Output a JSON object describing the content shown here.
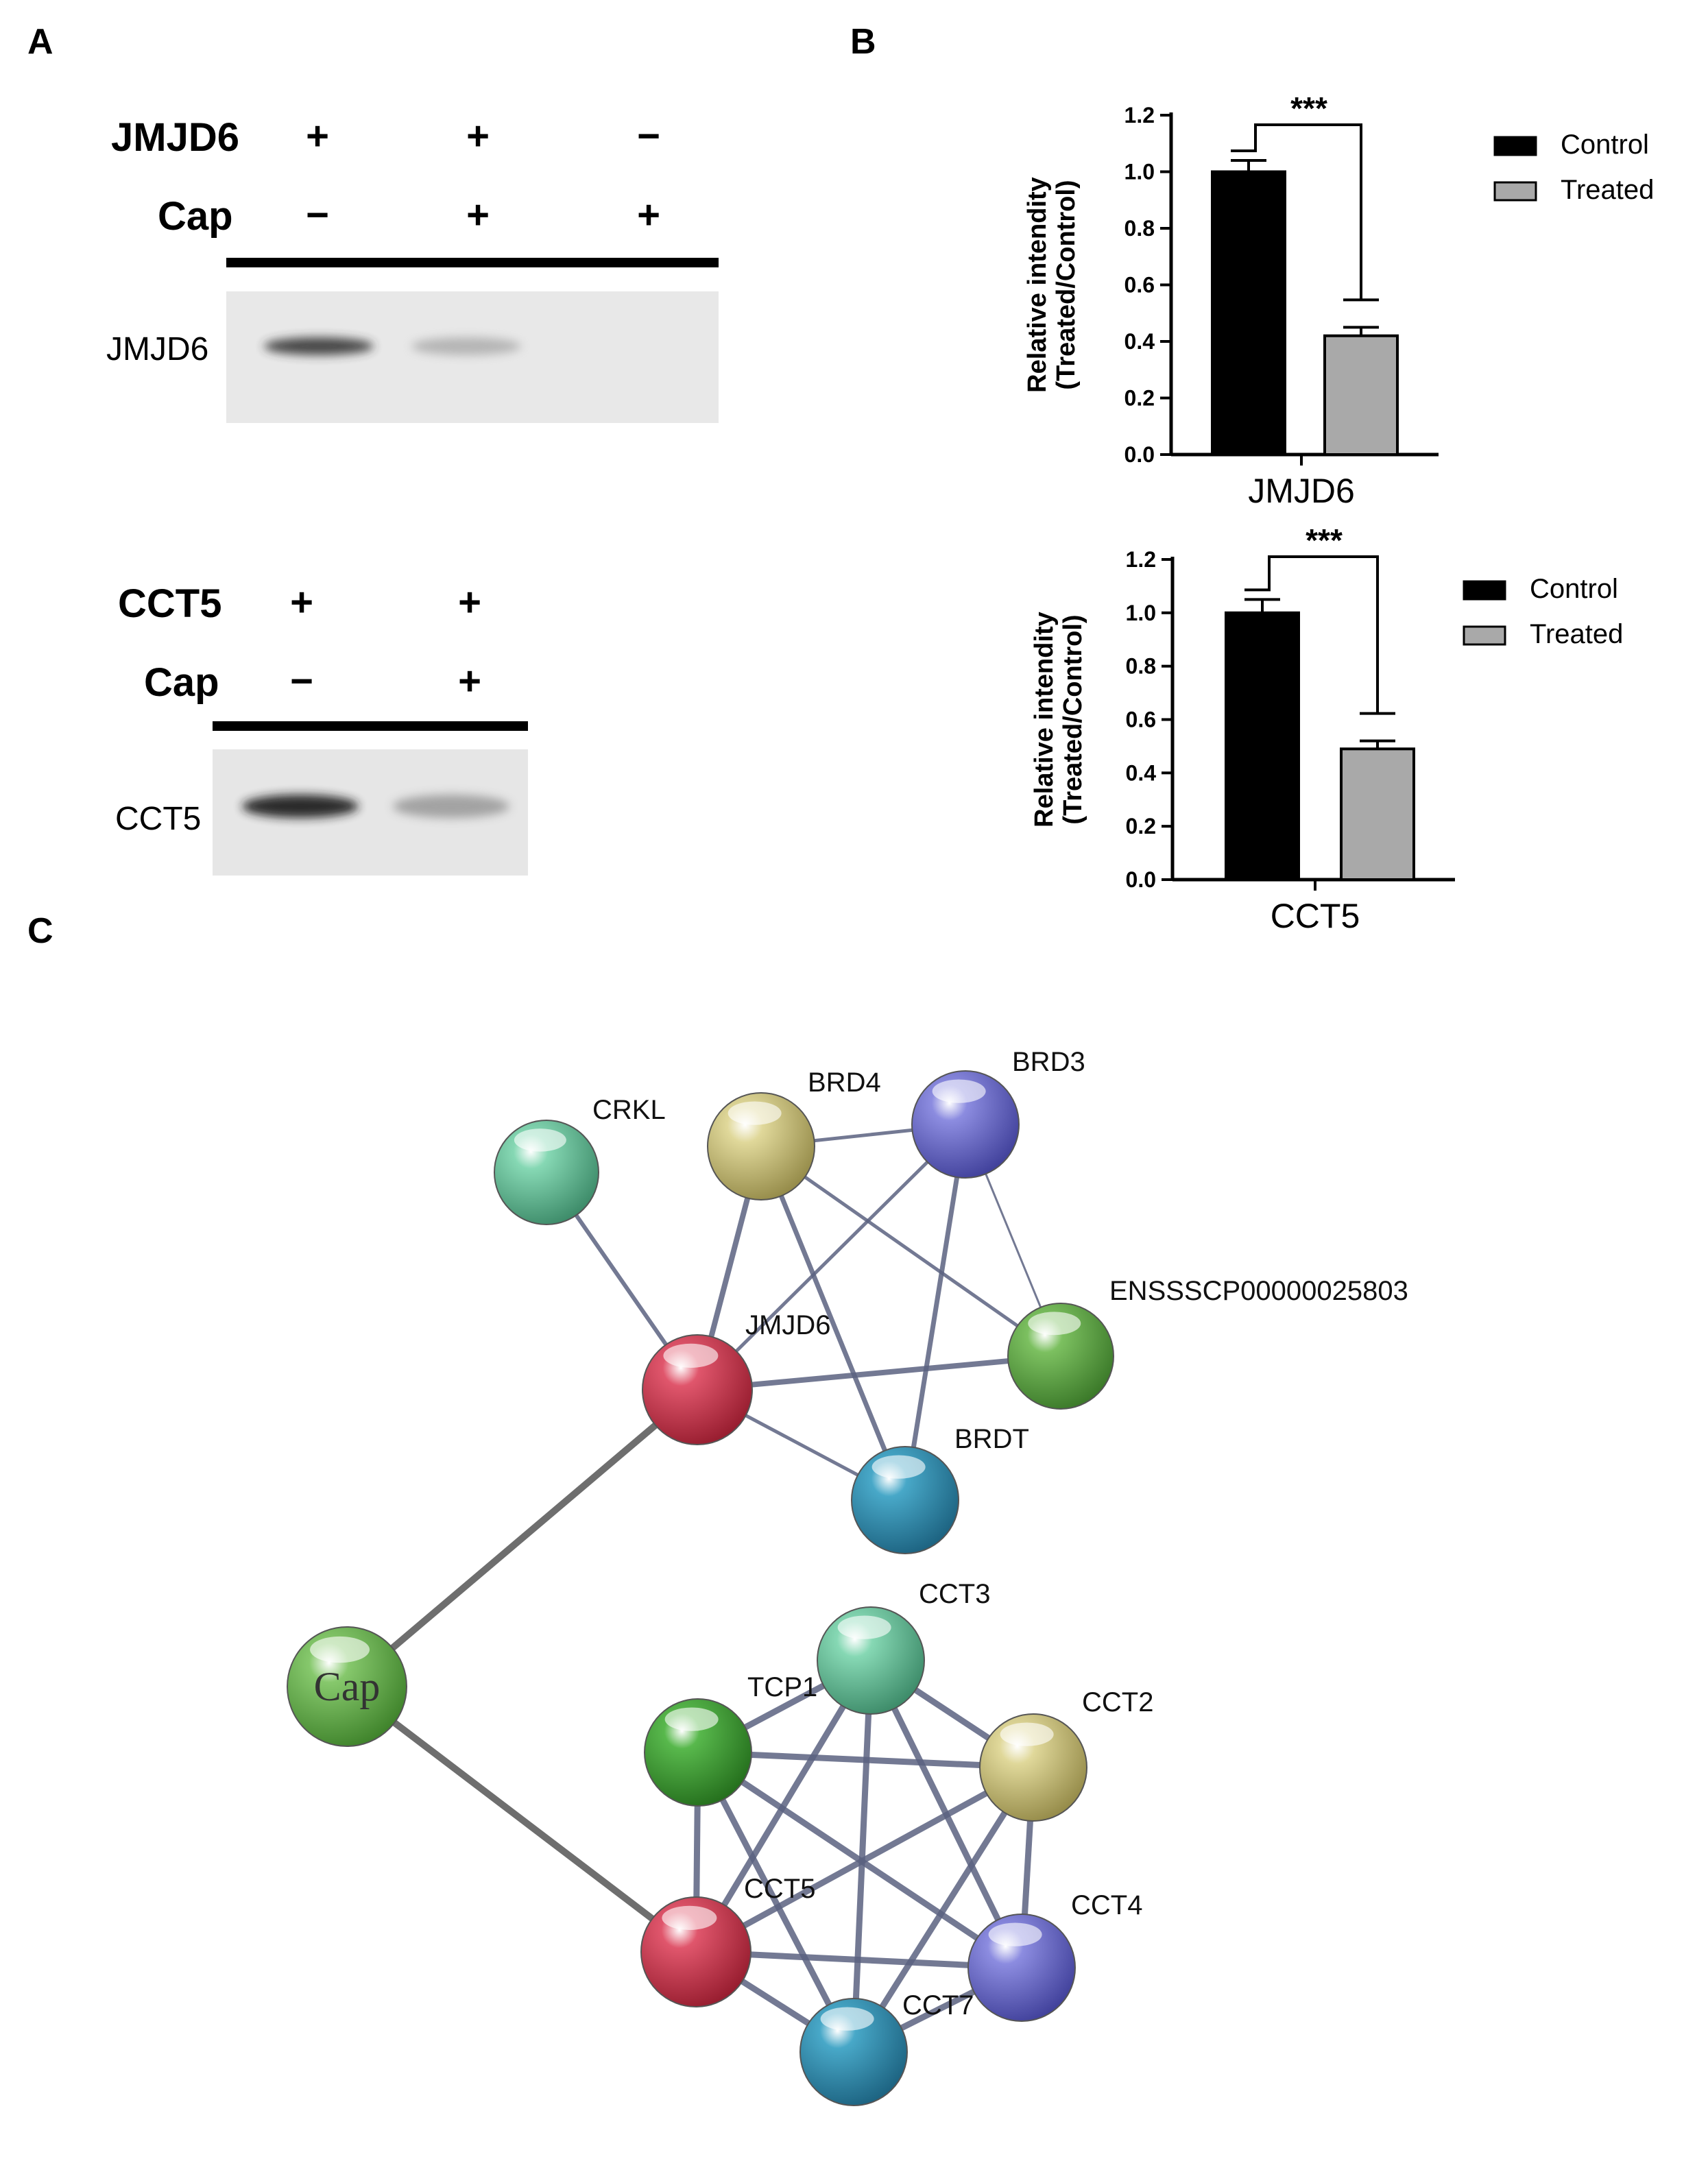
{
  "panels": {
    "a": "A",
    "b": "B",
    "c": "C"
  },
  "blot1": {
    "rows": [
      {
        "name": "JMJD6",
        "signs": [
          "+",
          "+",
          "−"
        ]
      },
      {
        "name": "Cap",
        "signs": [
          "−",
          "+",
          "+"
        ]
      }
    ],
    "band_label": "JMJD6",
    "band_intensities": [
      0.85,
      0.35,
      0.0
    ]
  },
  "blot2": {
    "rows": [
      {
        "name": "CCT5",
        "signs": [
          "+",
          "+"
        ]
      },
      {
        "name": "Cap",
        "signs": [
          "−",
          "+"
        ]
      }
    ],
    "band_label": "CCT5",
    "band_intensities": [
      0.95,
      0.45
    ]
  },
  "colors": {
    "control": "#000000",
    "treated": "#a9a9a9"
  },
  "chart_data": [
    {
      "type": "bar",
      "categories": [
        "JMJD6"
      ],
      "series": [
        {
          "name": "Control",
          "values": [
            1.0
          ],
          "error": [
            0.04
          ]
        },
        {
          "name": "Treated",
          "values": [
            0.42
          ],
          "error": [
            0.03
          ]
        }
      ],
      "ylabel": "Relative intendity (Treated/Control)",
      "xlabel": "JMJD6",
      "ylim": [
        0,
        1.2
      ],
      "yticks": [
        "0.0",
        "0.2",
        "0.4",
        "0.6",
        "0.8",
        "1.0",
        "1.2"
      ],
      "significance": "***",
      "legend": [
        "Control",
        "Treated"
      ],
      "legend_position": "right"
    },
    {
      "type": "bar",
      "categories": [
        "CCT5"
      ],
      "series": [
        {
          "name": "Control",
          "values": [
            1.0
          ],
          "error": [
            0.05
          ]
        },
        {
          "name": "Treated",
          "values": [
            0.49
          ],
          "error": [
            0.03
          ]
        }
      ],
      "ylabel": "Relative intendity (Treated/Control)",
      "xlabel": "CCT5",
      "ylim": [
        0,
        1.2
      ],
      "yticks": [
        "0.0",
        "0.2",
        "0.4",
        "0.6",
        "0.8",
        "1.0",
        "1.2"
      ],
      "significance": "***",
      "legend": [
        "Control",
        "Treated"
      ],
      "legend_position": "right"
    }
  ],
  "network": {
    "nodes": [
      {
        "id": "CRKL",
        "label": "CRKL",
        "color": "#86d8b4"
      },
      {
        "id": "BRD4",
        "label": "BRD4",
        "color": "#e0d89a"
      },
      {
        "id": "BRD3",
        "label": "BRD3",
        "color": "#8c8ce0"
      },
      {
        "id": "ENSSSCP",
        "label": "ENSSSCP00000025803",
        "color": "#7cc060"
      },
      {
        "id": "JMJD6",
        "label": "JMJD6",
        "color": "#e0566c"
      },
      {
        "id": "BRDT",
        "label": "BRDT",
        "color": "#48a8c8"
      },
      {
        "id": "Cap",
        "label": "Cap",
        "color": "#86c86c"
      },
      {
        "id": "CCT3",
        "label": "CCT3",
        "color": "#86d8b4"
      },
      {
        "id": "TCP1",
        "label": "TCP1",
        "color": "#58b84c"
      },
      {
        "id": "CCT2",
        "label": "CCT2",
        "color": "#e0d89a"
      },
      {
        "id": "CCT5",
        "label": "CCT5",
        "color": "#e0566c"
      },
      {
        "id": "CCT4",
        "label": "CCT4",
        "color": "#8c8ce0"
      },
      {
        "id": "CCT7",
        "label": "CCT7",
        "color": "#48a8c8"
      }
    ]
  }
}
